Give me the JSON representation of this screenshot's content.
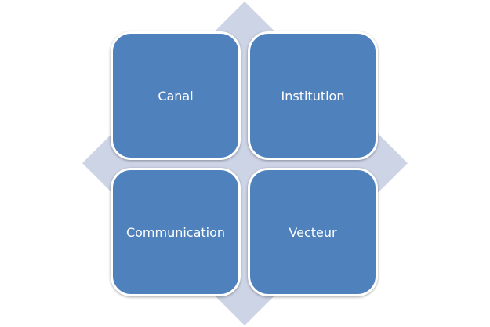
{
  "diagram": {
    "items": [
      {
        "label": "Canal"
      },
      {
        "label": "Institution"
      },
      {
        "label": "Communication"
      },
      {
        "label": "Vecteur"
      }
    ],
    "colors": {
      "box": "#4F81BD",
      "diamond": "#CDD4E6"
    }
  }
}
